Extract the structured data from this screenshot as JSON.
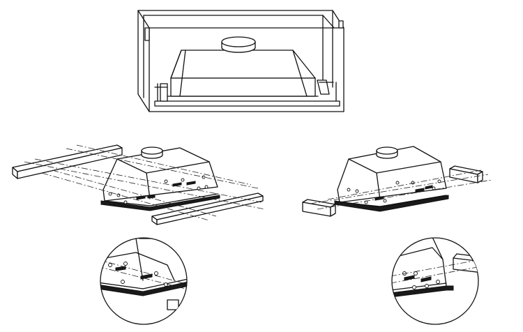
{
  "figure": {
    "panels": [
      {
        "id": "cabinet",
        "description_label": ""
      },
      {
        "id": "hood-with-front-rails",
        "description_label": ""
      },
      {
        "id": "hood-with-side-rails",
        "description_label": ""
      },
      {
        "id": "detail-left",
        "description_label": ""
      },
      {
        "id": "detail-right",
        "description_label": ""
      }
    ],
    "colors": {
      "line": "#111111",
      "background": "#ffffff",
      "fill": "#1a1a1a"
    }
  }
}
